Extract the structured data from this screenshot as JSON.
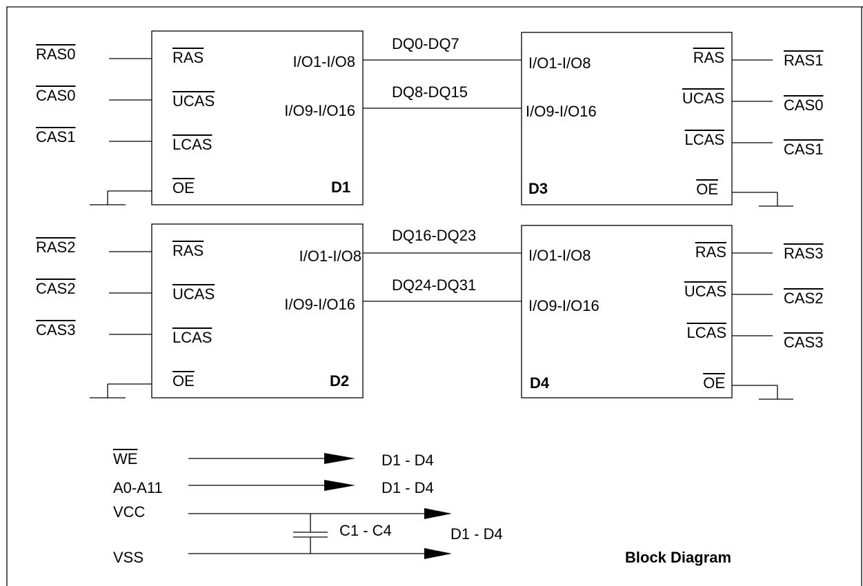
{
  "title": "Block Diagram",
  "chips": {
    "d1": {
      "name": "D1",
      "pins": {
        "ras": "RAS",
        "ucas": "UCAS",
        "lcas": "LCAS",
        "oe": "OE",
        "io_low": "I/O1-I/O8",
        "io_high": "I/O9-I/O16"
      },
      "signals": {
        "ras": "RAS0",
        "ucas": "CAS0",
        "lcas": "CAS1"
      }
    },
    "d2": {
      "name": "D2",
      "pins": {
        "ras": "RAS",
        "ucas": "UCAS",
        "lcas": "LCAS",
        "oe": "OE",
        "io_low": "I/O1-I/O8",
        "io_high": "I/O9-I/O16"
      },
      "signals": {
        "ras": "RAS2",
        "ucas": "CAS2",
        "lcas": "CAS3"
      }
    },
    "d3": {
      "name": "D3",
      "pins": {
        "ras": "RAS",
        "ucas": "UCAS",
        "lcas": "LCAS",
        "oe": "OE",
        "io_low": "I/O1-I/O8",
        "io_high": "I/O9-I/O16"
      },
      "signals": {
        "ras": "RAS1",
        "ucas": "CAS0",
        "lcas": "CAS1"
      }
    },
    "d4": {
      "name": "D4",
      "pins": {
        "ras": "RAS",
        "ucas": "UCAS",
        "lcas": "LCAS",
        "oe": "OE",
        "io_low": "I/O1-I/O8",
        "io_high": "I/O9-I/O16"
      },
      "signals": {
        "ras": "RAS3",
        "ucas": "CAS2",
        "lcas": "CAS3"
      }
    }
  },
  "buses": {
    "top_low": "DQ0-DQ7",
    "top_high": "DQ8-DQ15",
    "bottom_low": "DQ16-DQ23",
    "bottom_high": "DQ24-DQ31"
  },
  "legend": {
    "we": {
      "signal": "WE",
      "target": "D1 - D4"
    },
    "addr": {
      "signal": "A0-A11",
      "target": "D1 - D4"
    },
    "vcc": {
      "signal": "VCC"
    },
    "vss": {
      "signal": "VSS"
    },
    "power_target": "D1 - D4",
    "capacitors": "C1 - C4"
  }
}
